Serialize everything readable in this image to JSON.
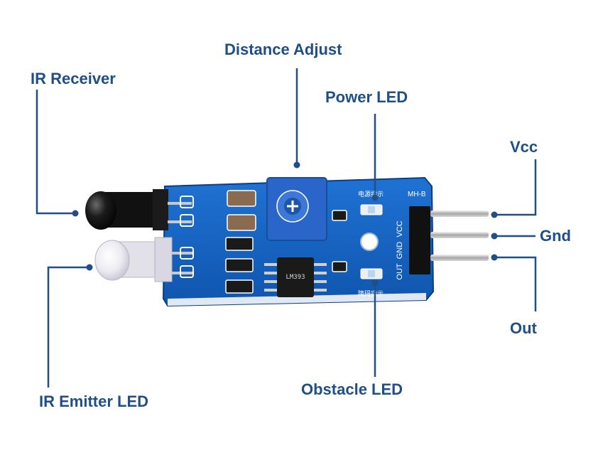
{
  "callouts": {
    "ir_receiver": "IR Receiver",
    "distance_adjust": "Distance Adjust",
    "power_led": "Power LED",
    "vcc": "Vcc",
    "gnd": "Gnd",
    "out": "Out",
    "obstacle_led": "Obstacle LED",
    "ir_emitter_led": "IR Emitter LED"
  },
  "board": {
    "model": "MH-B",
    "pin_labels": [
      "VCC",
      "GND",
      "OUT"
    ],
    "power_mark": "电源指示",
    "obstacle_mark": "障碍指示",
    "chip_marking": "LM393"
  },
  "colors": {
    "label": "#1f4f86",
    "line": "#1f4f86",
    "pcb": "#1463c2",
    "pot": "#2a66c9"
  }
}
